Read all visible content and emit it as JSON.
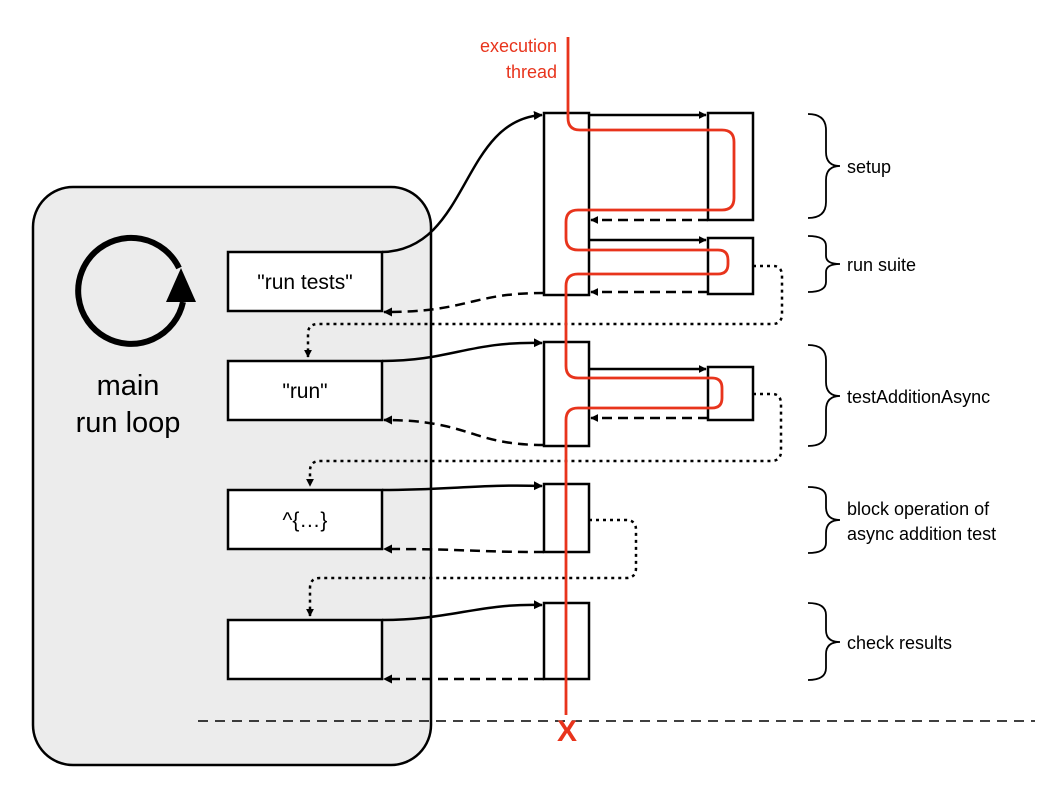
{
  "thread_label": {
    "line1": "execution",
    "line2": "thread"
  },
  "run_loop": {
    "line1": "main",
    "line2": "run loop"
  },
  "queue": {
    "item1": "\"run tests\"",
    "item2": "\"run\"",
    "item3": "^{…}",
    "item4": ""
  },
  "phases": {
    "setup": "setup",
    "run_suite": "run suite",
    "test": "testAdditionAsync",
    "block_line1": "block operation of",
    "block_line2": "async addition test",
    "check": "check results"
  },
  "end_marker": "X",
  "colors": {
    "thread": "#e8341c",
    "panel": "#ececec",
    "ink": "#000000"
  }
}
